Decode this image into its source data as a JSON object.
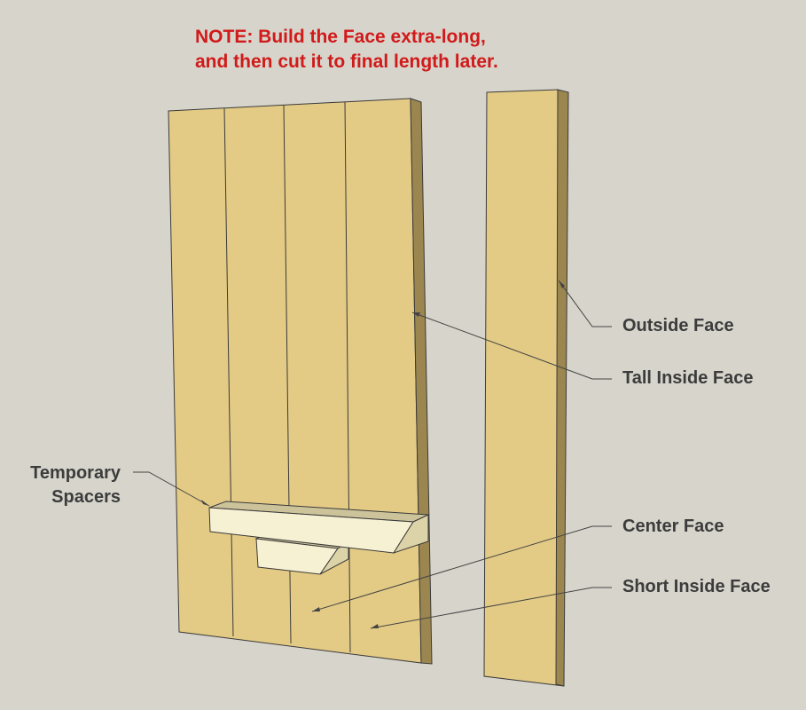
{
  "note": {
    "line1": "NOTE: Build the Face extra-long,",
    "line2": "and then cut it to final length later."
  },
  "labels": {
    "outside_face": "Outside Face",
    "tall_inside_face": "Tall Inside Face",
    "center_face": "Center Face",
    "short_inside_face": "Short Inside Face",
    "temporary_spacers_line1": "Temporary",
    "temporary_spacers_line2": "Spacers"
  },
  "colors": {
    "background": "#d6d4cb",
    "wood_face": "#e4cb85",
    "wood_edge": "#9c8650",
    "spacer_face": "#f7f1d3",
    "spacer_top": "#ccc39b",
    "note_text": "#d11a1a",
    "label_text": "#3c3c3c"
  }
}
